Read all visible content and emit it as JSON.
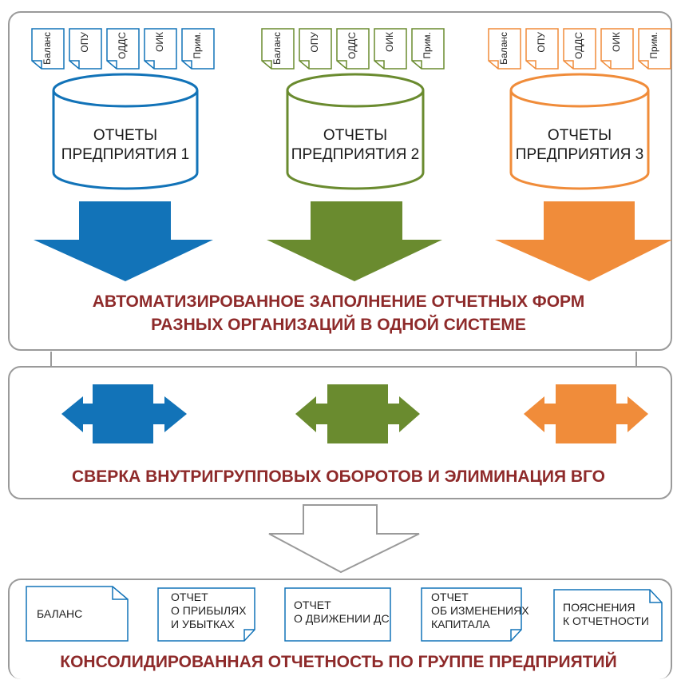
{
  "colors": {
    "blue": "#1273b8",
    "green": "#6a8b2f",
    "orange": "#f08c3a",
    "caption": "#8e2a2a",
    "frame": "#9a9a9a"
  },
  "doc_tabs": [
    "Баланс",
    "ОПУ",
    "ОДДС",
    "ОИК",
    "Прим."
  ],
  "enterprises": [
    {
      "label": "ОТЧЕТЫ\nПРЕДПРИЯТИЯ 1",
      "color": "blue"
    },
    {
      "label": "ОТЧЕТЫ\nПРЕДПРИЯТИЯ 2",
      "color": "green"
    },
    {
      "label": "ОТЧЕТЫ\nПРЕДПРИЯТИЯ 3",
      "color": "orange"
    }
  ],
  "captions": {
    "auto_fill_line1": "АВТОМАТИЗИРОВАННОЕ ЗАПОЛНЕНИЕ ОТЧЕТНЫХ ФОРМ",
    "auto_fill_line2": "РАЗНЫХ ОРГАНИЗАЦИЙ В ОДНОЙ СИСТЕМЕ",
    "reconciliation": "СВЕРКА ВНУТРИГРУППОВЫХ ОБОРОТОВ И ЭЛИМИНАЦИЯ ВГО",
    "consolidated": "КОНСОЛИДИРОВАННАЯ ОТЧЕТНОСТЬ ПО ГРУППЕ ПРЕДПРИЯТИЙ"
  },
  "reports": [
    {
      "label": "БАЛАНС"
    },
    {
      "label": "ОТЧЕТ\nО ПРИБЫЛЯХ\nИ УБЫТКАХ"
    },
    {
      "label": "ОТЧЕТ\nО ДВИЖЕНИИ ДС"
    },
    {
      "label": "ОТЧЕТ\nОБ ИЗМЕНЕНИЯХ\nКАПИТАЛА"
    },
    {
      "label": "ПОЯСНЕНИЯ\nК ОТЧЕТНОСТИ"
    }
  ]
}
